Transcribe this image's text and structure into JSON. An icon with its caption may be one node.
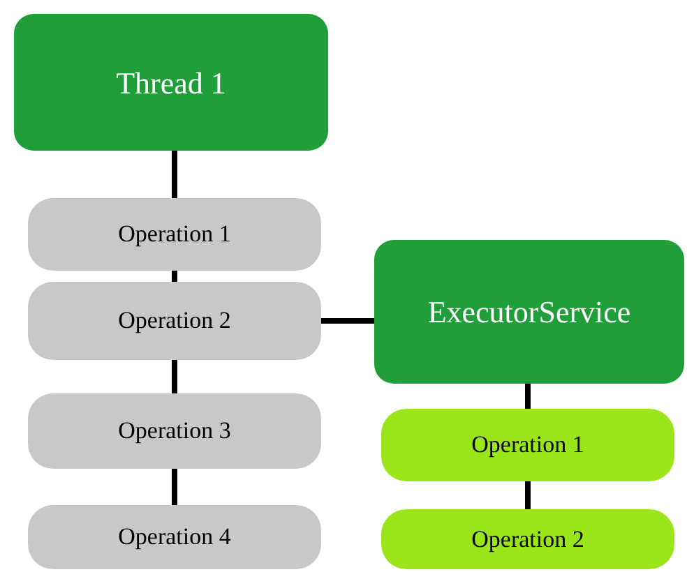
{
  "diagram": {
    "nodes": [
      {
        "text": [
          "Thread 1"
        ]
      },
      {
        "text": [
          "Operation 1"
        ]
      },
      {
        "text": [
          "Operation 2"
        ]
      },
      {
        "text": [
          "Operation 3"
        ]
      },
      {
        "text": [
          "Operation 4"
        ]
      },
      {
        "text": [
          "ExecutorService"
        ]
      },
      {
        "text": [
          "Operation 1"
        ]
      },
      {
        "text": [
          "Operation 2"
        ]
      }
    ],
    "edges": [
      {
        "from": 0,
        "to": 1,
        "arrow": "none"
      },
      {
        "from": 1,
        "to": 2,
        "arrow": "none"
      },
      {
        "from": 2,
        "to": 3,
        "arrow": "none"
      },
      {
        "from": 3,
        "to": 4,
        "arrow": "none"
      },
      {
        "from": 2,
        "to": 5,
        "arrow": "none"
      },
      {
        "from": 5,
        "to": 6,
        "arrow": "none"
      },
      {
        "from": 6,
        "to": 7,
        "arrow": "none"
      }
    ]
  }
}
